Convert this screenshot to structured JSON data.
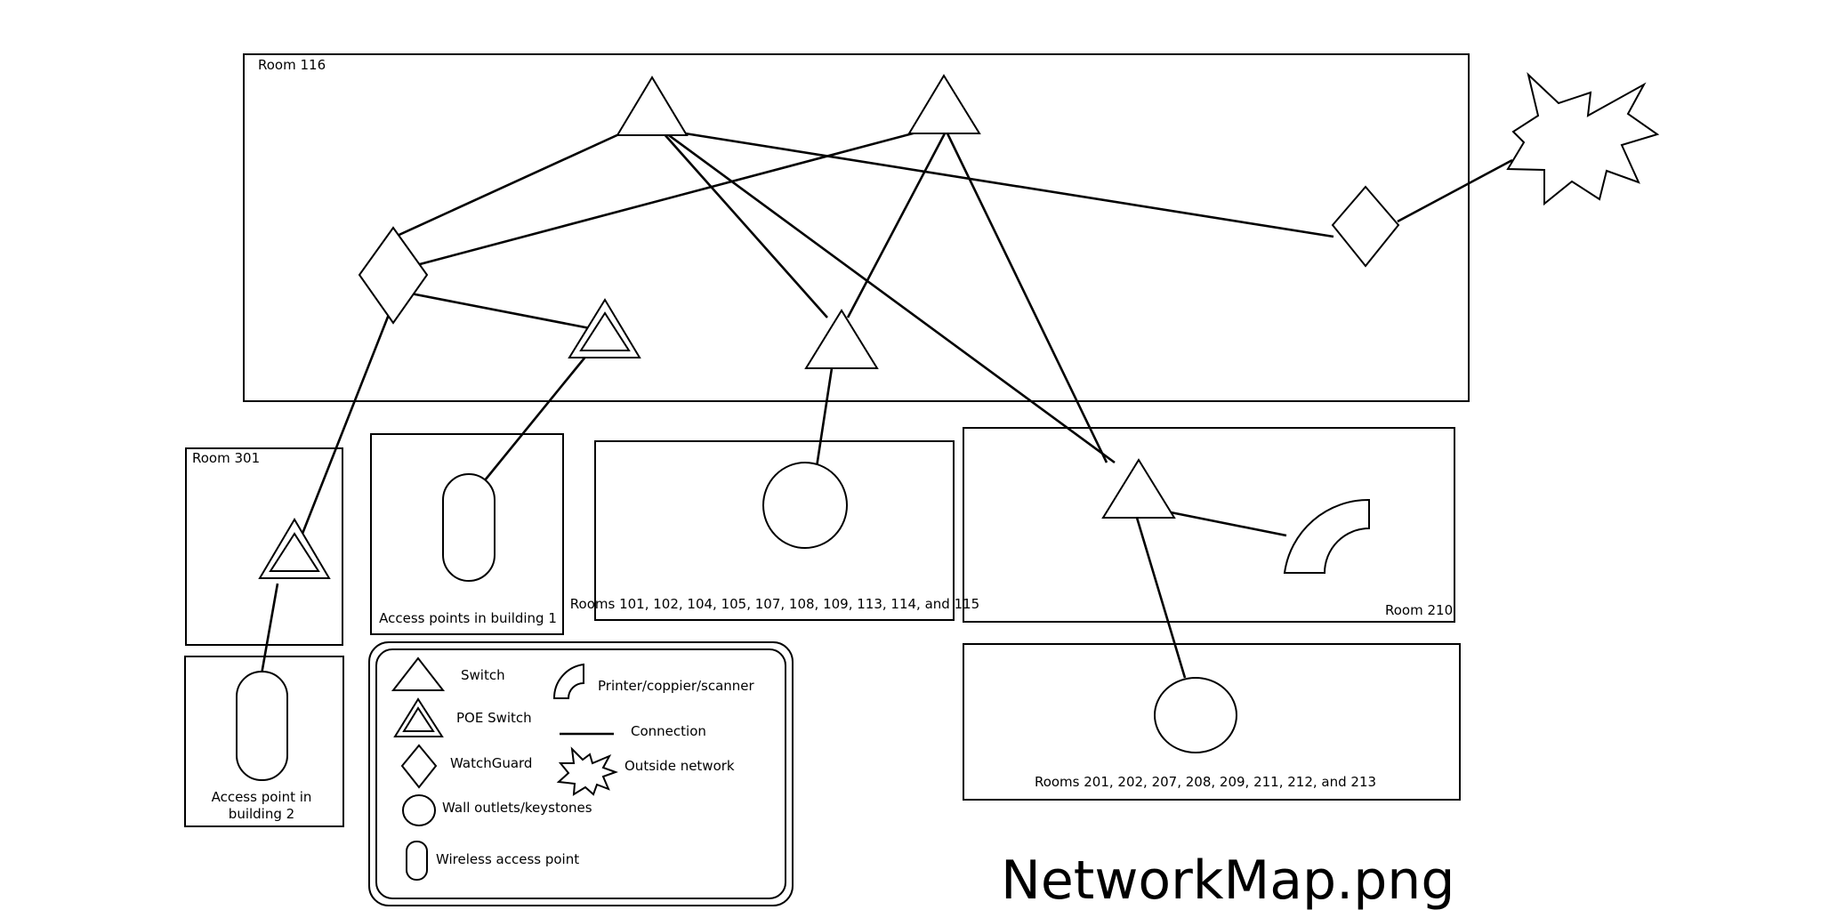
{
  "rooms": {
    "room116": "Room 116",
    "room301": "Room 301",
    "ap_building1": "Access points in building 1",
    "rooms_100s": "Rooms 101, 102, 104,   105, 107, 108, 109, 113, 114, and 115",
    "room210": "Room 210",
    "ap_building2_line1": "Access point in",
    "ap_building2_line2": "building 2",
    "rooms_200s": "Rooms 201, 202, 207, 208, 209, 211, 212, and 213"
  },
  "legend": {
    "switch": "Switch",
    "poe_switch": "POE Switch",
    "watchguard": "WatchGuard",
    "wall_outlets": "Wall outlets/keystones",
    "wireless_ap": "Wireless access point",
    "printer": "Printer/coppier/scanner",
    "connection": "Connection",
    "outside_network": "Outside network"
  },
  "file_label": "NetworkMap.png"
}
